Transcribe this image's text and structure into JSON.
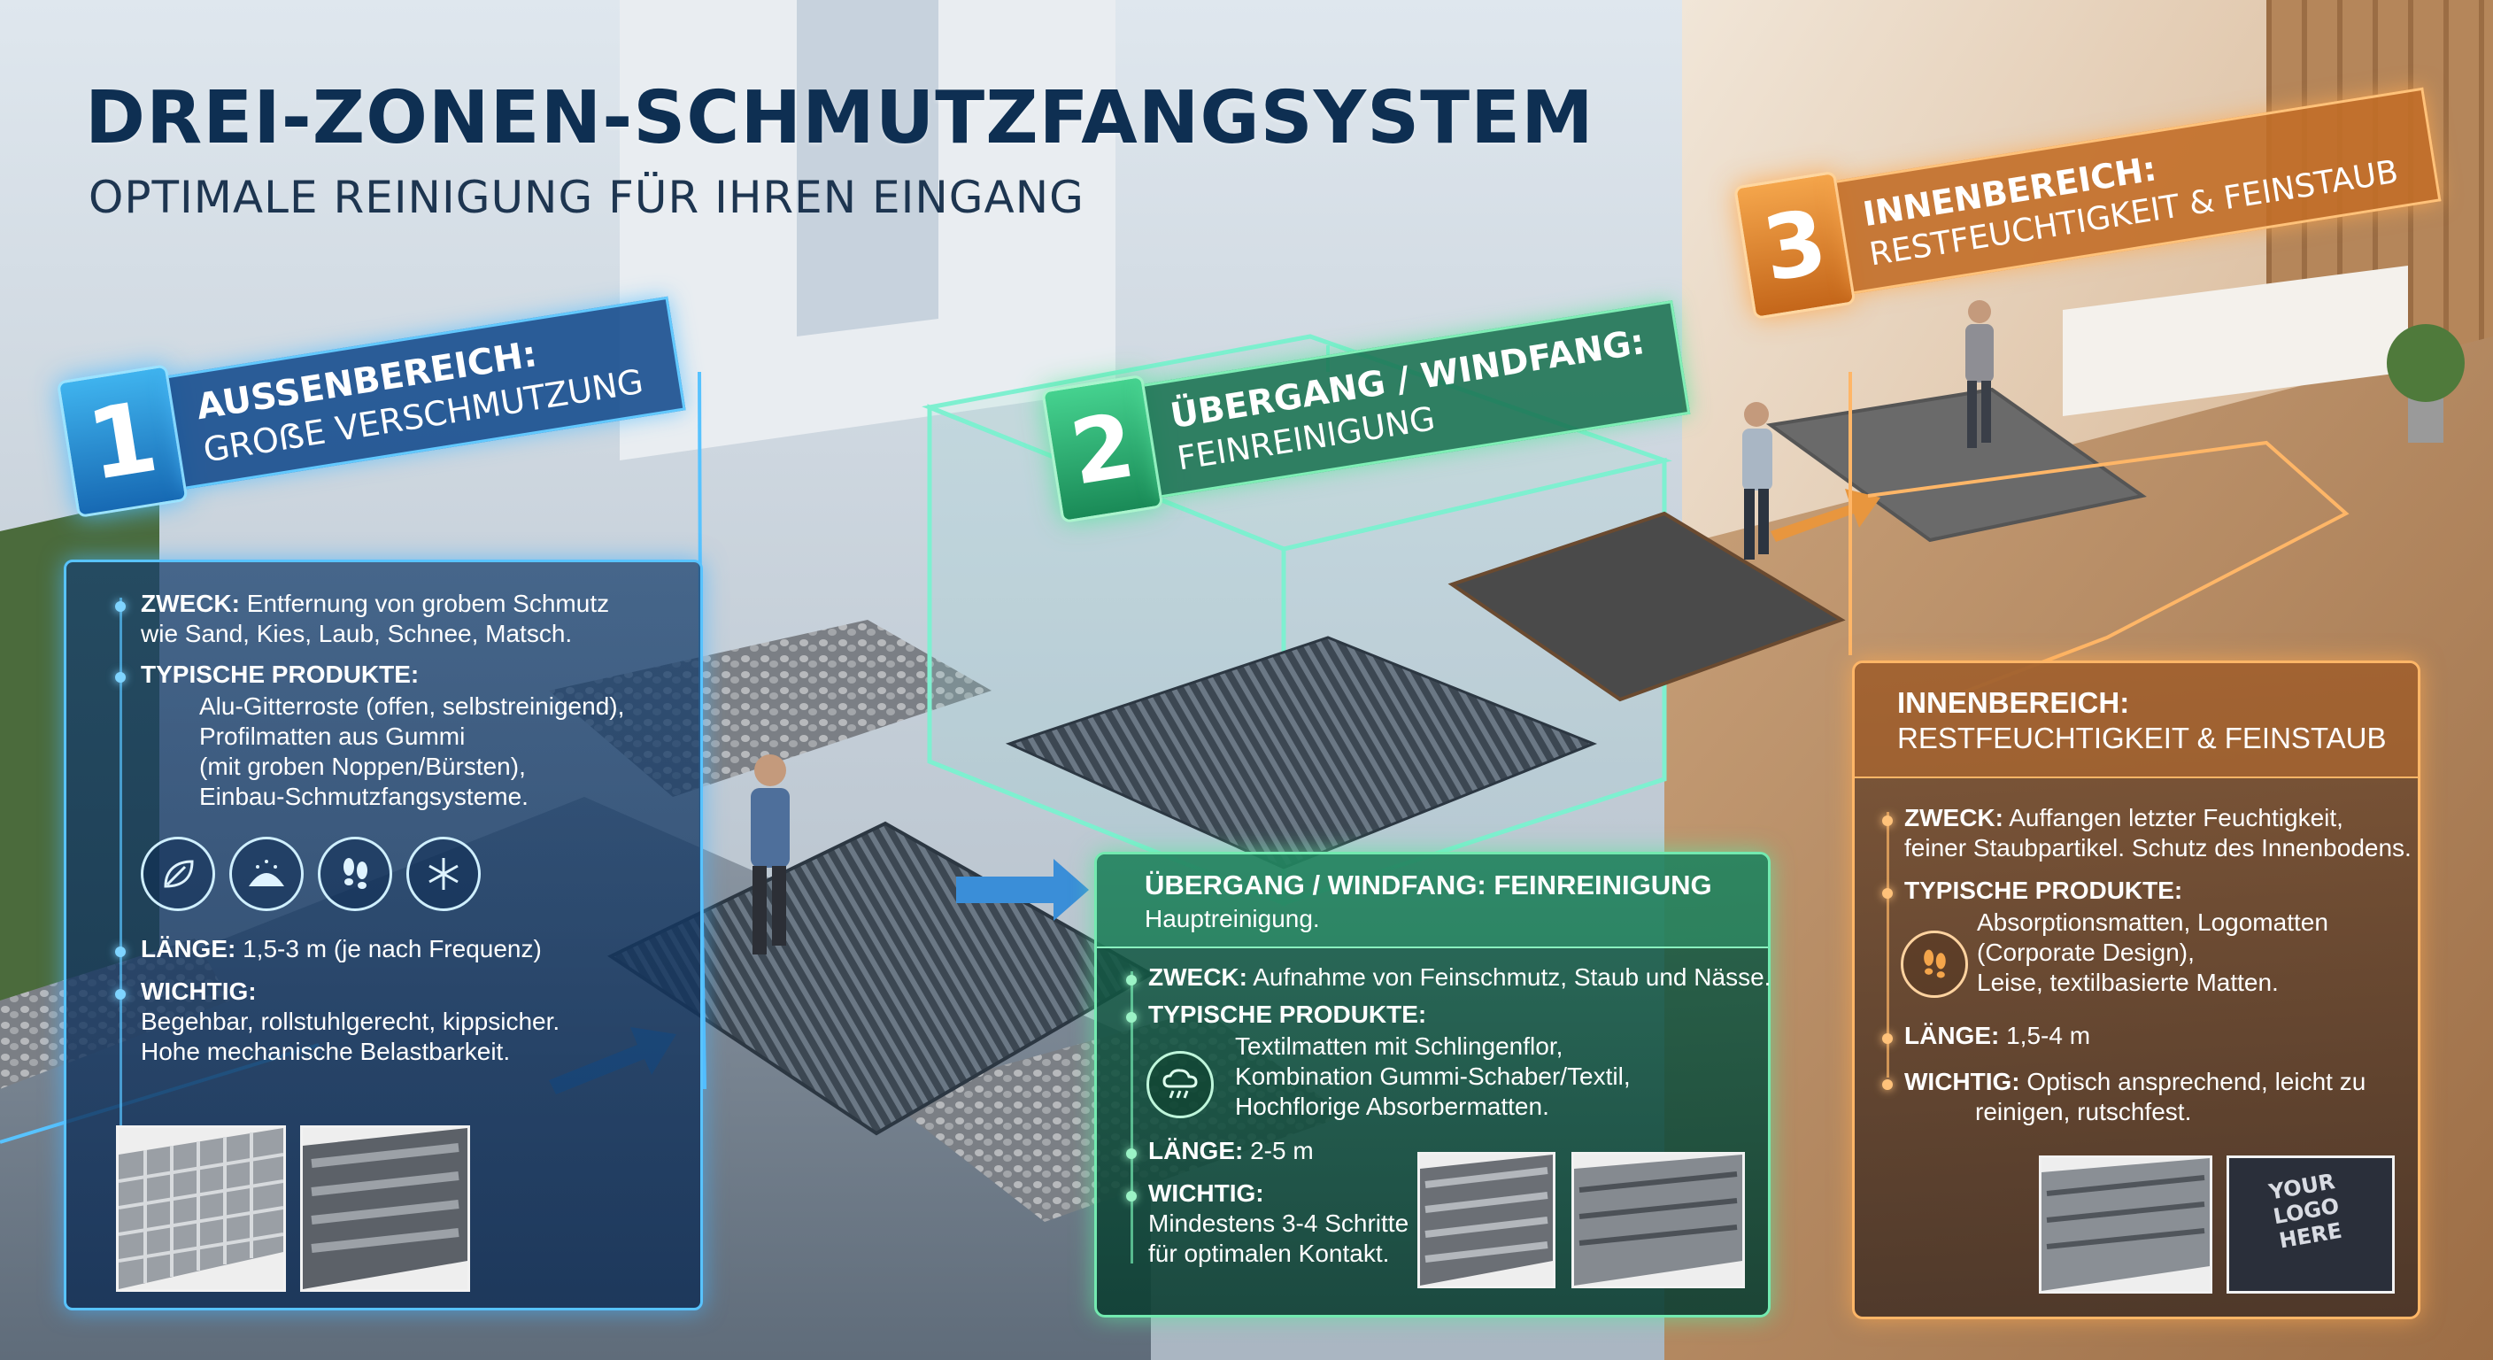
{
  "header": {
    "title": "DREI-ZONEN-SCHMUTZFANGSYSTEM",
    "subtitle": "OPTIMALE REINIGUNG FÜR IHREN EINGANG"
  },
  "colors": {
    "zone1": "#2a8fd6",
    "zone2": "#2fb77a",
    "zone3": "#e88a36",
    "title": "#0e2f52"
  },
  "zones": [
    {
      "number": "1",
      "banner_title": "AUSSENBEREICH:",
      "banner_subtitle": "GROẞE VERSCHMUTZUNG",
      "purpose_label": "ZWECK:",
      "purpose_line1": "Entfernung von grobem Schmutz",
      "purpose_line2": "wie Sand, Kies, Laub, Schnee, Matsch.",
      "products_label": "TYPISCHE PRODUKTE:",
      "products": [
        "Alu-Gitterroste (offen, selbstreinigend),",
        "Profilmatten aus Gummi",
        "(mit groben Noppen/Bürsten),",
        "Einbau-Schmutzfangsysteme."
      ],
      "icons": [
        "leaf-icon",
        "sand-pile-icon",
        "footprints-icon",
        "snowflake-icon"
      ],
      "length_label": "LÄNGE:",
      "length_value": "1,5-3 m (je nach Frequenz)",
      "important_label": "WICHTIG:",
      "important_line1": "Begehbar, rollstuhlgerecht, kippsicher.",
      "important_line2": "Hohe mechanische Belastbarkeit.",
      "thumbnails": [
        "aluminium-grid-mat",
        "rubber-profile-mat"
      ]
    },
    {
      "number": "2",
      "banner_title": "ÜBERGANG / WINDFANG:",
      "banner_subtitle": "FEINREINIGUNG",
      "panel_title": "ÜBERGANG / WINDFANG: FEINREINIGUNG",
      "panel_subtitle": "Hauptreinigung.",
      "purpose_label": "ZWECK:",
      "purpose_line1": "Aufnahme von Feinschmutz, Staub und Nässe.",
      "products_label": "TYPISCHE PRODUKTE:",
      "products": [
        "Textilmatten mit Schlingenflor,",
        "Kombination Gummi-Schaber/Textil,",
        "Hochflorige Absorbermatten."
      ],
      "icons": [
        "rain-cloud-icon"
      ],
      "length_label": "LÄNGE:",
      "length_value": "2-5 m",
      "important_label": "WICHTIG:",
      "important_line1": "Mindestens 3-4 Schritte",
      "important_line2": "für optimalen Kontakt.",
      "thumbnails": [
        "rubber-textile-mat",
        "textile-strip-mat"
      ]
    },
    {
      "number": "3",
      "banner_title": "INNENBEREICH:",
      "banner_subtitle": "RESTFEUCHTIGKEIT & FEINSTAUB",
      "panel_title": "INNENBEREICH:",
      "panel_subtitle": "RESTFEUCHTIGKEIT & FEINSTAUB",
      "purpose_label": "ZWECK:",
      "purpose_line1": "Auffangen letzter Feuchtigkeit,",
      "purpose_line2": "feiner Staubpartikel. Schutz des Innenbodens.",
      "products_label": "TYPISCHE PRODUKTE:",
      "products": [
        "Absorptionsmatten, Logomatten",
        "(Corporate Design),",
        "Leise, textilbasierte Matten."
      ],
      "icons": [
        "footprints-icon"
      ],
      "length_label": "LÄNGE:",
      "length_value": "1,5-4 m",
      "important_label": "WICHTIG:",
      "important_line1": "Optisch ansprechend, leicht zu",
      "important_line2": "reinigen, rutschfest.",
      "thumbnails": [
        "textile-strip-mat",
        "logo-mat"
      ],
      "logo_mat_text": [
        "YOUR",
        "LOGO",
        "HERE"
      ]
    }
  ]
}
